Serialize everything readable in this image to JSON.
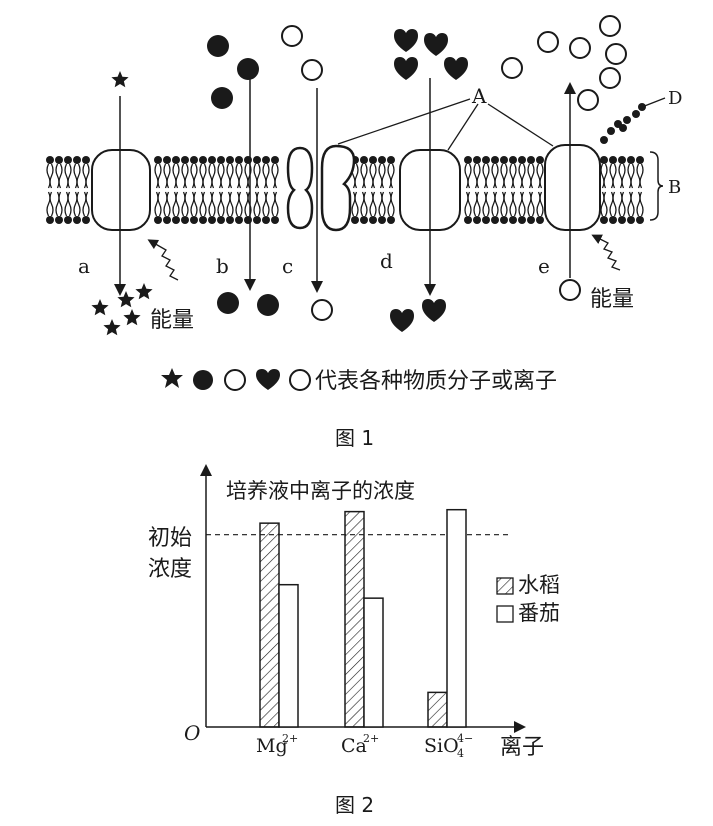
{
  "figure1": {
    "caption": "图 1",
    "pathway_labels": [
      "a",
      "b",
      "c",
      "d",
      "e"
    ],
    "structure_labels": {
      "A": "A",
      "B": "B",
      "D": "D"
    },
    "energy_label": "能量",
    "legend_text": "代表各种物质分子或离子",
    "legend_symbols": [
      "star",
      "filled-circle",
      "open-circle",
      "heart",
      "open-circle"
    ]
  },
  "figure2": {
    "caption": "图 2",
    "chart_data": {
      "type": "bar",
      "ylabel": "培养液中离子的浓度",
      "xlabel": "离子",
      "origin_label": "O",
      "reference_line": {
        "label_line1": "初始",
        "label_line2": "浓度",
        "value": 1.0
      },
      "categories": [
        "Mg",
        "Ca",
        "SiO"
      ],
      "category_superscripts": [
        "2+",
        "2+",
        "4−"
      ],
      "category_subscripts": [
        "",
        "",
        "4"
      ],
      "series": [
        {
          "name": "水稻",
          "pattern": "hatched",
          "values": [
            1.06,
            1.12,
            0.18
          ]
        },
        {
          "name": "番茄",
          "pattern": "open",
          "values": [
            0.74,
            0.67,
            1.13
          ]
        }
      ],
      "ylim": [
        0,
        1.3
      ],
      "grid": false,
      "legend_position": "right"
    }
  }
}
